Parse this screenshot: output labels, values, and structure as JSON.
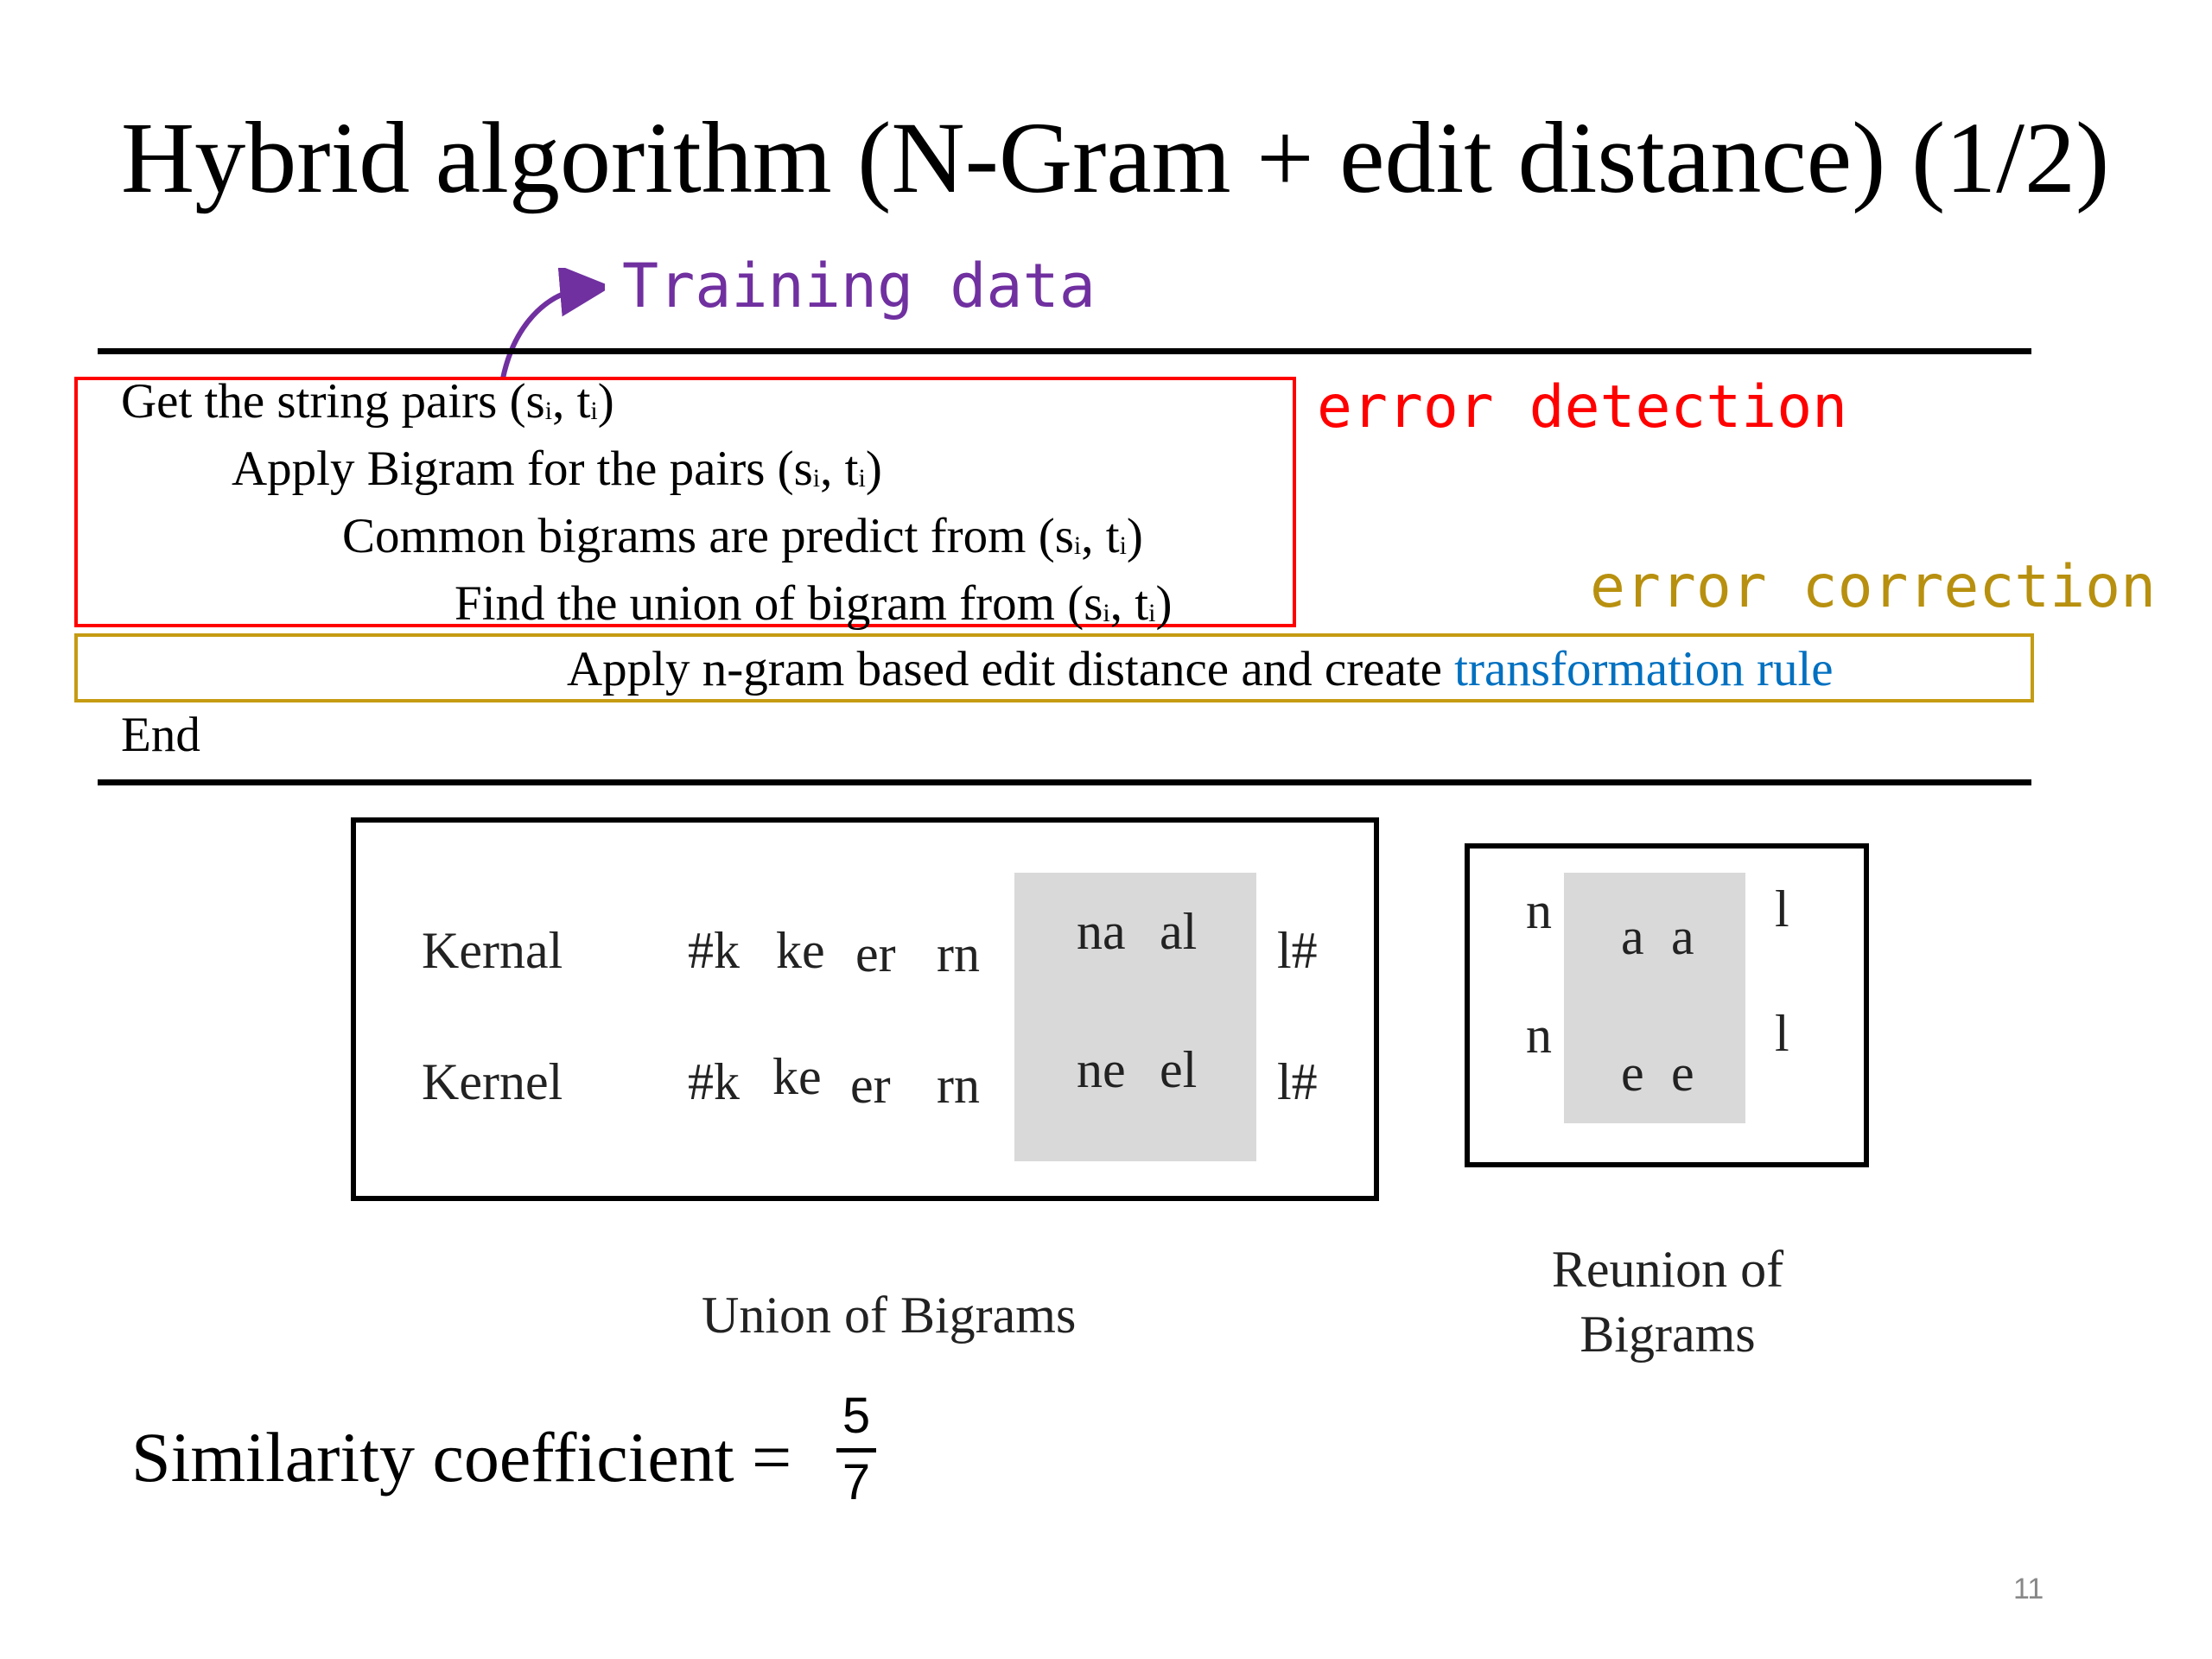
{
  "slide": {
    "title": "Hybrid algorithm (N-Gram + edit distance) (1/2)",
    "page_number": "11"
  },
  "annotations": {
    "training_data": "Training data",
    "error_detection": "error detection",
    "error_correction": "error correction"
  },
  "algorithm": {
    "line1": "Get the string pairs (s",
    "line2": "Apply Bigram for the pairs (s",
    "line3": "Common bigrams are predict from (s",
    "line4": "Find the union of bigram from (s",
    "line5_pre": "Apply n-gram based edit distance and create ",
    "line5_link": "transformation rule",
    "line6": "End",
    "sub_i": "i",
    "sep": ", t",
    "close": ")"
  },
  "union_figure": {
    "rows": [
      {
        "word": "Kernal",
        "b1": "#k",
        "b2": "ke",
        "b3": "er",
        "b4": "rn",
        "s1": "na",
        "s2": "al",
        "end": "l#"
      },
      {
        "word": "Kernel",
        "b1": "#k",
        "b2": "ke",
        "b3": "er",
        "b4": "rn",
        "s1": "ne",
        "s2": "el",
        "end": "l#"
      }
    ],
    "caption": "Union of Bigrams"
  },
  "reunion_figure": {
    "rows": [
      {
        "left": "n",
        "mid1": "a",
        "mid2": "a",
        "right": "l"
      },
      {
        "left": "n",
        "mid1": "e",
        "mid2": "e",
        "right": "l"
      }
    ],
    "caption_line1": "Reunion of",
    "caption_line2": "Bigrams"
  },
  "similarity": {
    "label": "Similarity coefficient =",
    "numerator": "5",
    "denominator": "7"
  },
  "colors": {
    "training": "#7030a0",
    "detection": "#ff0000",
    "correction": "#c59b12",
    "link": "#0070c0"
  }
}
